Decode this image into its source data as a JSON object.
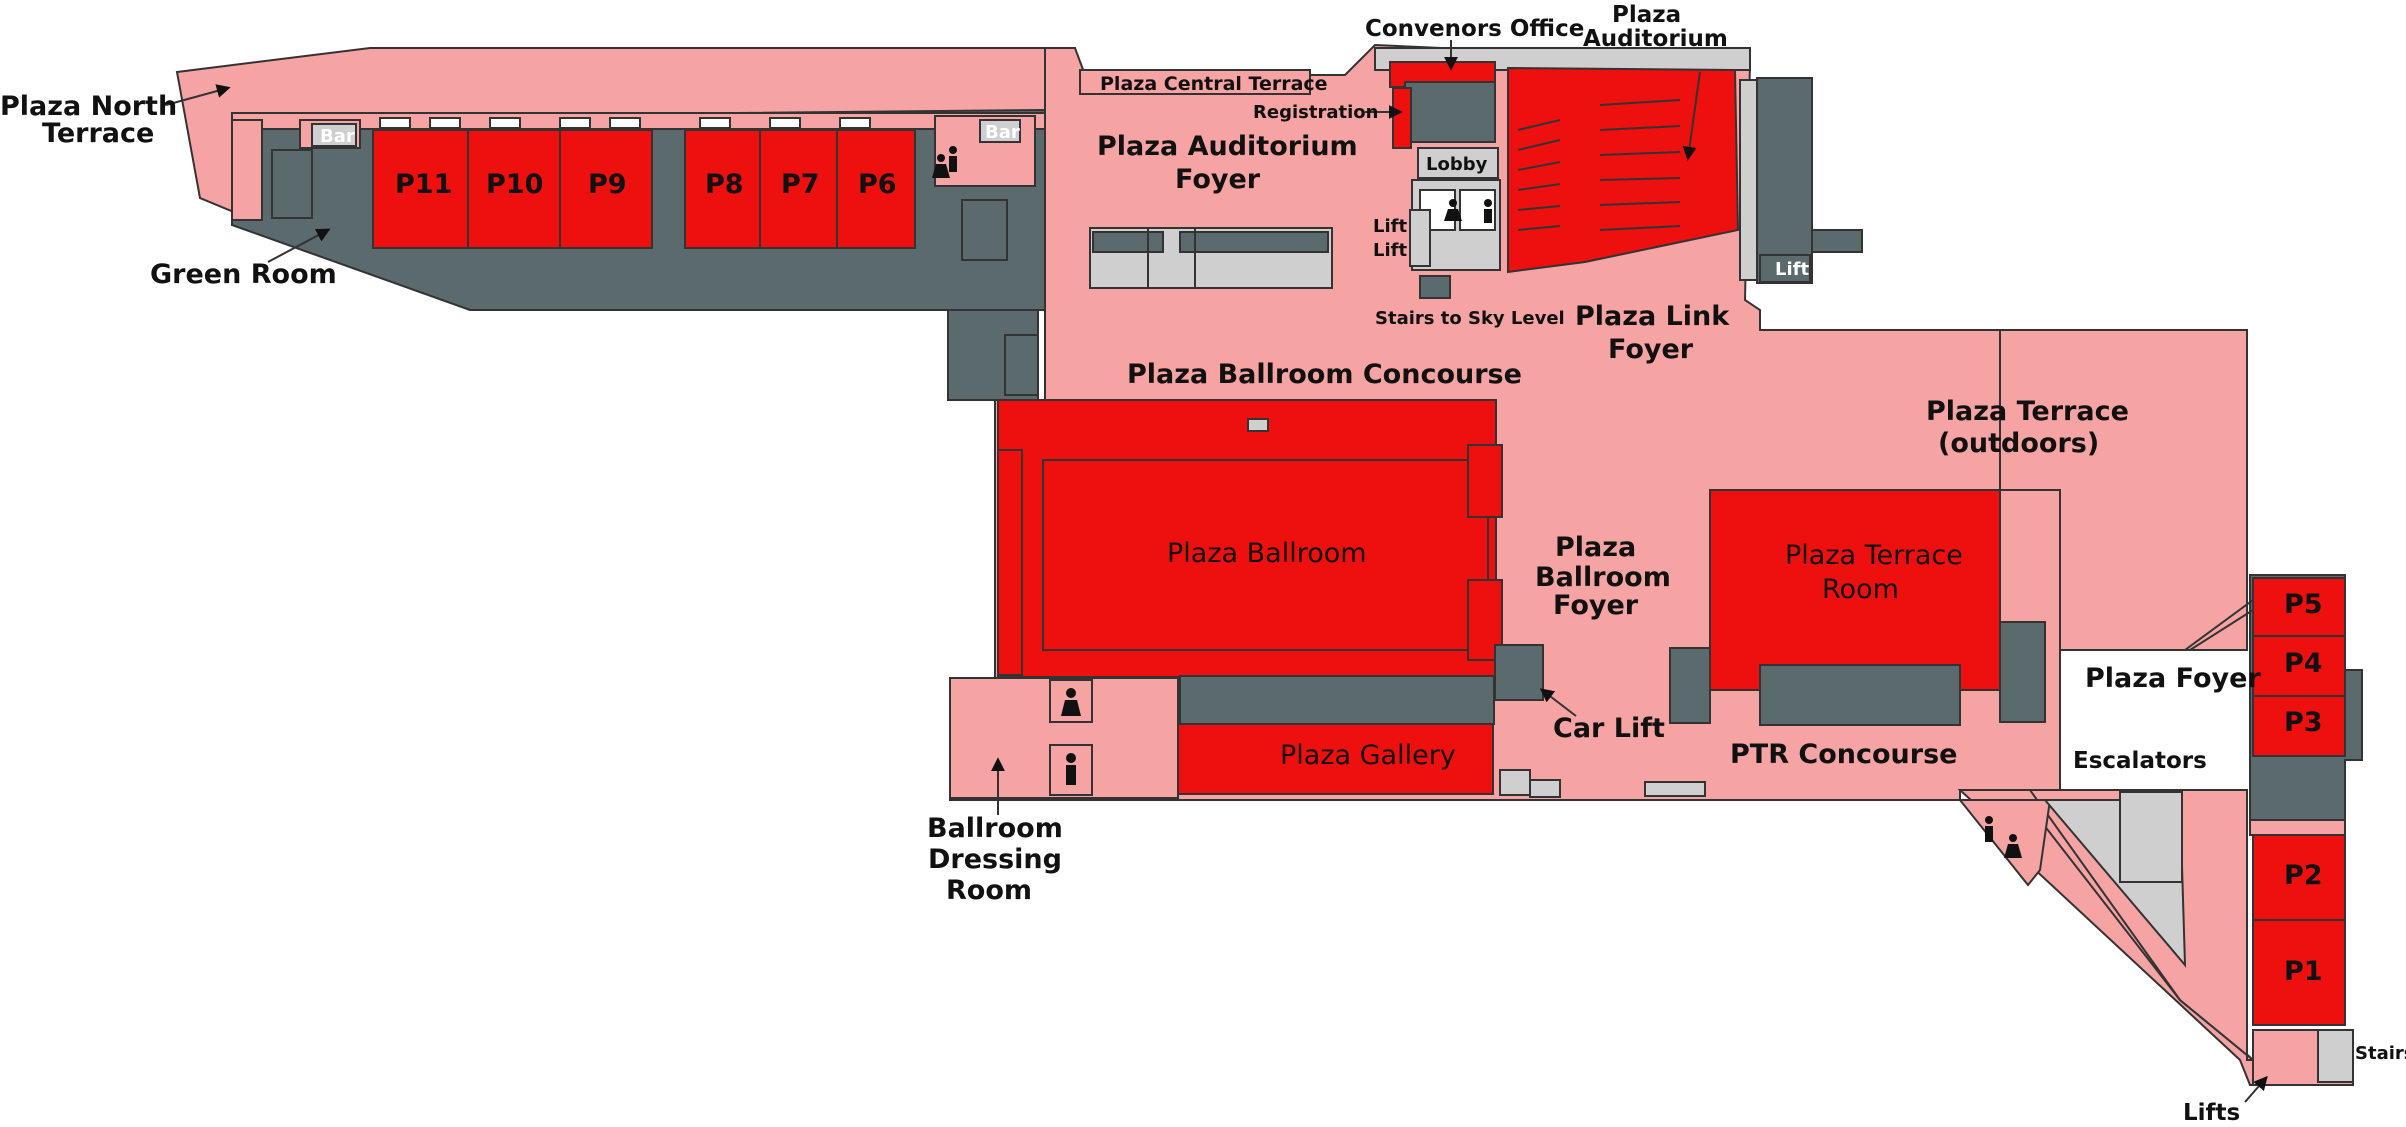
{
  "colors": {
    "foyer": "#f6a3a4",
    "room": "#ee0f0f",
    "service": "#5b6a6d",
    "stairs": "#cfcfcf"
  },
  "labels": {
    "plaza_north_terrace": [
      "Plaza North",
      "Terrace"
    ],
    "green_room": "Green Room",
    "bar_left": "Bar",
    "bar_right": "Bar",
    "central_terrace": "Plaza Central Terrace",
    "convenors_office": "Convenors Office",
    "registration": "Registration",
    "plaza_auditorium": [
      "Plaza",
      "Auditorium"
    ],
    "auditorium_foyer": [
      "Plaza  Auditorium",
      "Foyer"
    ],
    "lobby": "Lobby",
    "lift_1": "Lift",
    "lift_2": "Lift",
    "stairs_sky": "Stairs to Sky Level",
    "link_foyer": [
      "Plaza Link",
      "Foyer"
    ],
    "lift_right": "Lift",
    "ballroom_concourse": "Plaza  Ballroom Concourse",
    "terrace_outdoors": [
      "Plaza Terrace",
      "(outdoors)"
    ],
    "plaza_ballroom": "Plaza Ballroom",
    "ballroom_foyer": [
      "Plaza",
      "Ballroom",
      "Foyer"
    ],
    "terrace_room": [
      "Plaza Terrace",
      "Room"
    ],
    "plaza_foyer": "Plaza Foyer",
    "car_lift": "Car Lift",
    "plaza_gallery": "Plaza Gallery",
    "ptr_concourse": "PTR Concourse",
    "escalators": "Escalators",
    "dressing_room": [
      "Ballroom",
      "Dressing",
      "Room"
    ],
    "stairs": "Stairs",
    "lifts": "Lifts"
  },
  "rooms": {
    "p11": "P11",
    "p10": "P10",
    "p9": "P9",
    "p8": "P8",
    "p7": "P7",
    "p6": "P6",
    "p5": "P5",
    "p4": "P4",
    "p3": "P3",
    "p2": "P2",
    "p1": "P1"
  }
}
